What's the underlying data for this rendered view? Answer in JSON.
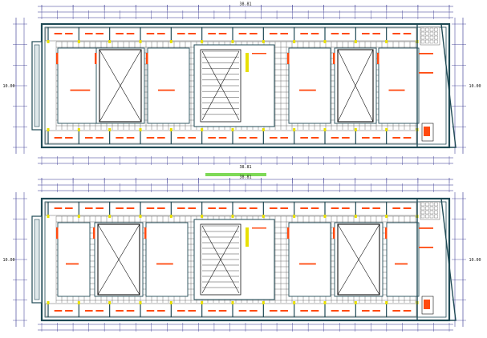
{
  "plans": [
    {
      "id": "upper",
      "overall_dimension": "38.81",
      "bottom_dimension": "38.81",
      "side_dimension_left": "10.00",
      "side_dimension_right": "10.00"
    },
    {
      "id": "lower",
      "overall_dimension": "38.81",
      "side_dimension_left": "10.00",
      "side_dimension_right": "10.00"
    }
  ],
  "colors": {
    "wall": "#1f4a55",
    "grid": "#3a3a3a",
    "dimension": "#2a2a8a",
    "accent_orange": "#ff4a10",
    "accent_yellow": "#e8e000",
    "accent_green": "#7ed957",
    "fixture_black": "#111111",
    "paper": "#ffffff"
  },
  "divider": {
    "color": "#7ed957"
  }
}
